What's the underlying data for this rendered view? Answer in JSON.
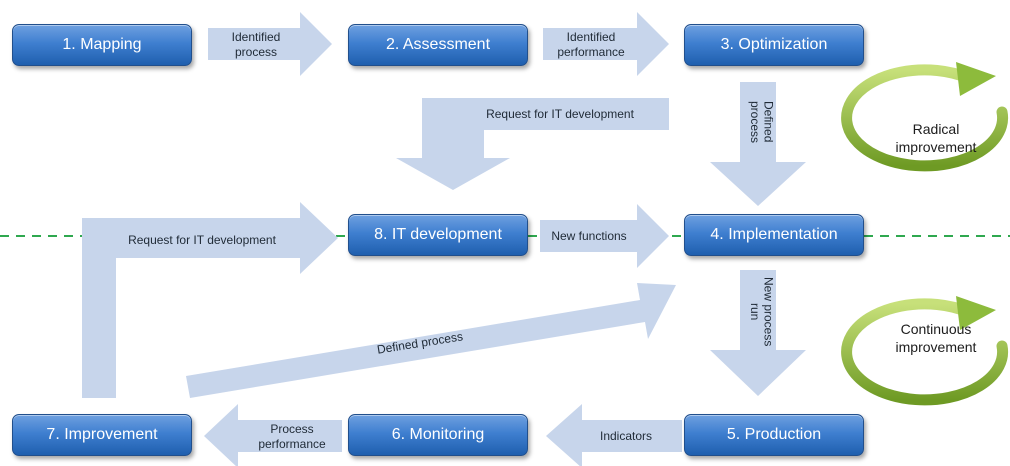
{
  "boxes": {
    "mapping": "1. Mapping",
    "assessment": "2. Assessment",
    "optimization": "3. Optimization",
    "implementation": "4. Implementation",
    "production": "5. Production",
    "monitoring": "6. Monitoring",
    "improvement": "7. Improvement",
    "it_development": "8. IT development"
  },
  "arrows": {
    "identified_process": [
      "Identified",
      "process"
    ],
    "identified_performance": [
      "Identified",
      "performance"
    ],
    "request_it_top": "Request for IT development",
    "defined_process_vertical": [
      "Defined",
      "process"
    ],
    "request_it_left": "Request for IT development",
    "new_functions": "New functions",
    "new_process_run": [
      "New process",
      "run"
    ],
    "defined_process_diag": "Defined process",
    "indicators": "Indicators",
    "process_performance": [
      "Process",
      "performance"
    ]
  },
  "cycles": {
    "radical": [
      "Radical",
      "improvement"
    ],
    "continuous": [
      "Continuous",
      "improvement"
    ]
  },
  "colors": {
    "box": "#3f7fd0",
    "arrow": "#c7d5eb",
    "dashed_line": "#2fa84f",
    "cycle_ring": "#8dbb3c"
  }
}
